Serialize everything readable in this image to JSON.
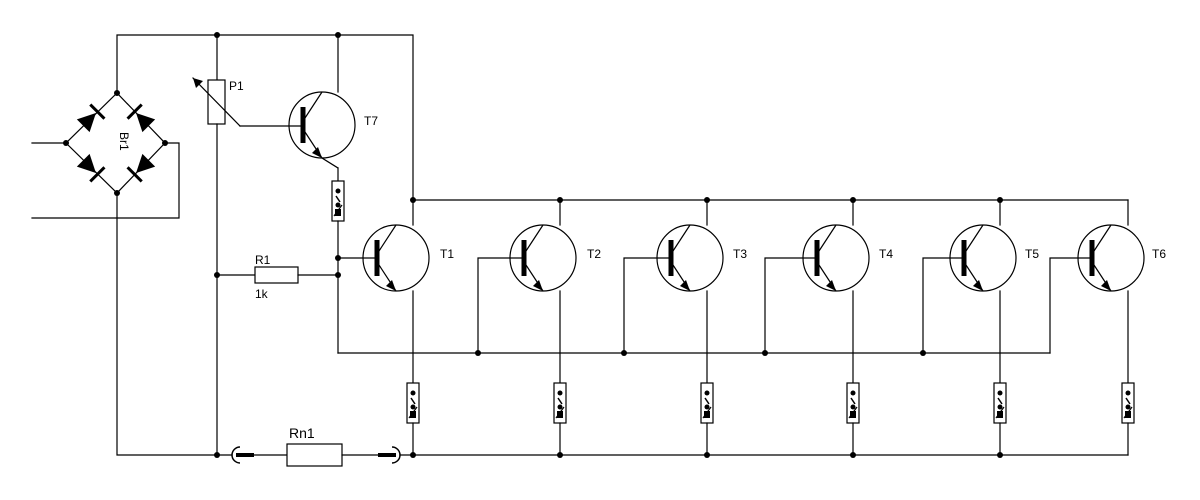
{
  "labels": {
    "bridge": "Br1",
    "pot": "P1",
    "r1": "R1",
    "r1_value": "1k",
    "rn1": "Rn1",
    "t1": "T1",
    "t2": "T2",
    "t3": "T3",
    "t4": "T4",
    "t5": "T5",
    "t6": "T6",
    "t7": "T7"
  }
}
